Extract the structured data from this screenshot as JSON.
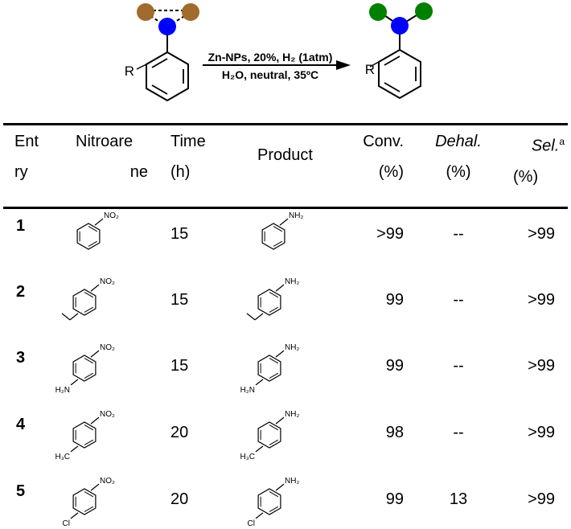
{
  "scheme": {
    "r_label": "R",
    "condition_line1": "Zn-NPs, 20%, H₂ (1atm)",
    "condition_line2": "H₂O, neutral, 35ºC",
    "colors": {
      "reactant_atoms": "#a06b2d",
      "nitrogen": "#0000ff",
      "product_atoms": "#008000"
    }
  },
  "table": {
    "headers": {
      "entry_l1": "Ent",
      "entry_l2": "ry",
      "nitro_l1": "Nitroare",
      "nitro_l2": "ne",
      "time_l1": "Time",
      "time_l2": "(h)",
      "product": "Product",
      "conv_l1": "Conv.",
      "conv_l2": "(%)",
      "dehal_l1": "Dehal.",
      "dehal_l2": "(%)",
      "sel_l1": "Sel.",
      "sel_sup": "a",
      "sel_l2": "(%)"
    },
    "rows": [
      {
        "entry": "1",
        "time": "15",
        "conv": ">99",
        "dehal": "--",
        "sel": ">99",
        "substituent": "",
        "nitro_group": "NO₂",
        "amino_group": "NH₂"
      },
      {
        "entry": "2",
        "time": "15",
        "conv": "99",
        "dehal": "--",
        "sel": ">99",
        "substituent": "",
        "nitro_group": "NO₂",
        "amino_group": "NH₂"
      },
      {
        "entry": "3",
        "time": "15",
        "conv": "99",
        "dehal": "--",
        "sel": ">99",
        "substituent": "H₂N",
        "nitro_group": "NO₂",
        "amino_group": "NH₂"
      },
      {
        "entry": "4",
        "time": "20",
        "conv": "98",
        "dehal": "--",
        "sel": ">99",
        "substituent": "H₃C",
        "nitro_group": "NO₂",
        "amino_group": "NH₂"
      },
      {
        "entry": "5",
        "time": "20",
        "conv": "99",
        "dehal": "13",
        "sel": ">99",
        "substituent": "Cl",
        "nitro_group": "NO₂",
        "amino_group": "NH₂"
      }
    ]
  }
}
